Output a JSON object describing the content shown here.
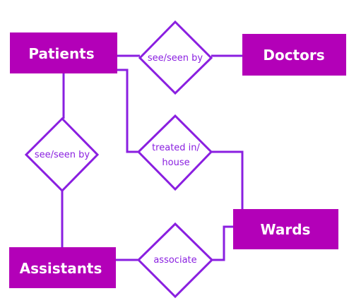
{
  "colors": {
    "entity_fill": "#b300b8",
    "entity_text": "#ffffff",
    "line": "#8a1fe0",
    "relationship_text": "#8a1fe0"
  },
  "entities": {
    "patients": "Patients",
    "doctors": "Doctors",
    "assistants": "Assistants",
    "wards": "Wards"
  },
  "relationships": {
    "patients_doctors": "see/seen by",
    "patients_assistants": "see/seen by",
    "patients_wards": {
      "line1": "treated in/",
      "line2": "house"
    },
    "assistants_wards": "associate"
  }
}
